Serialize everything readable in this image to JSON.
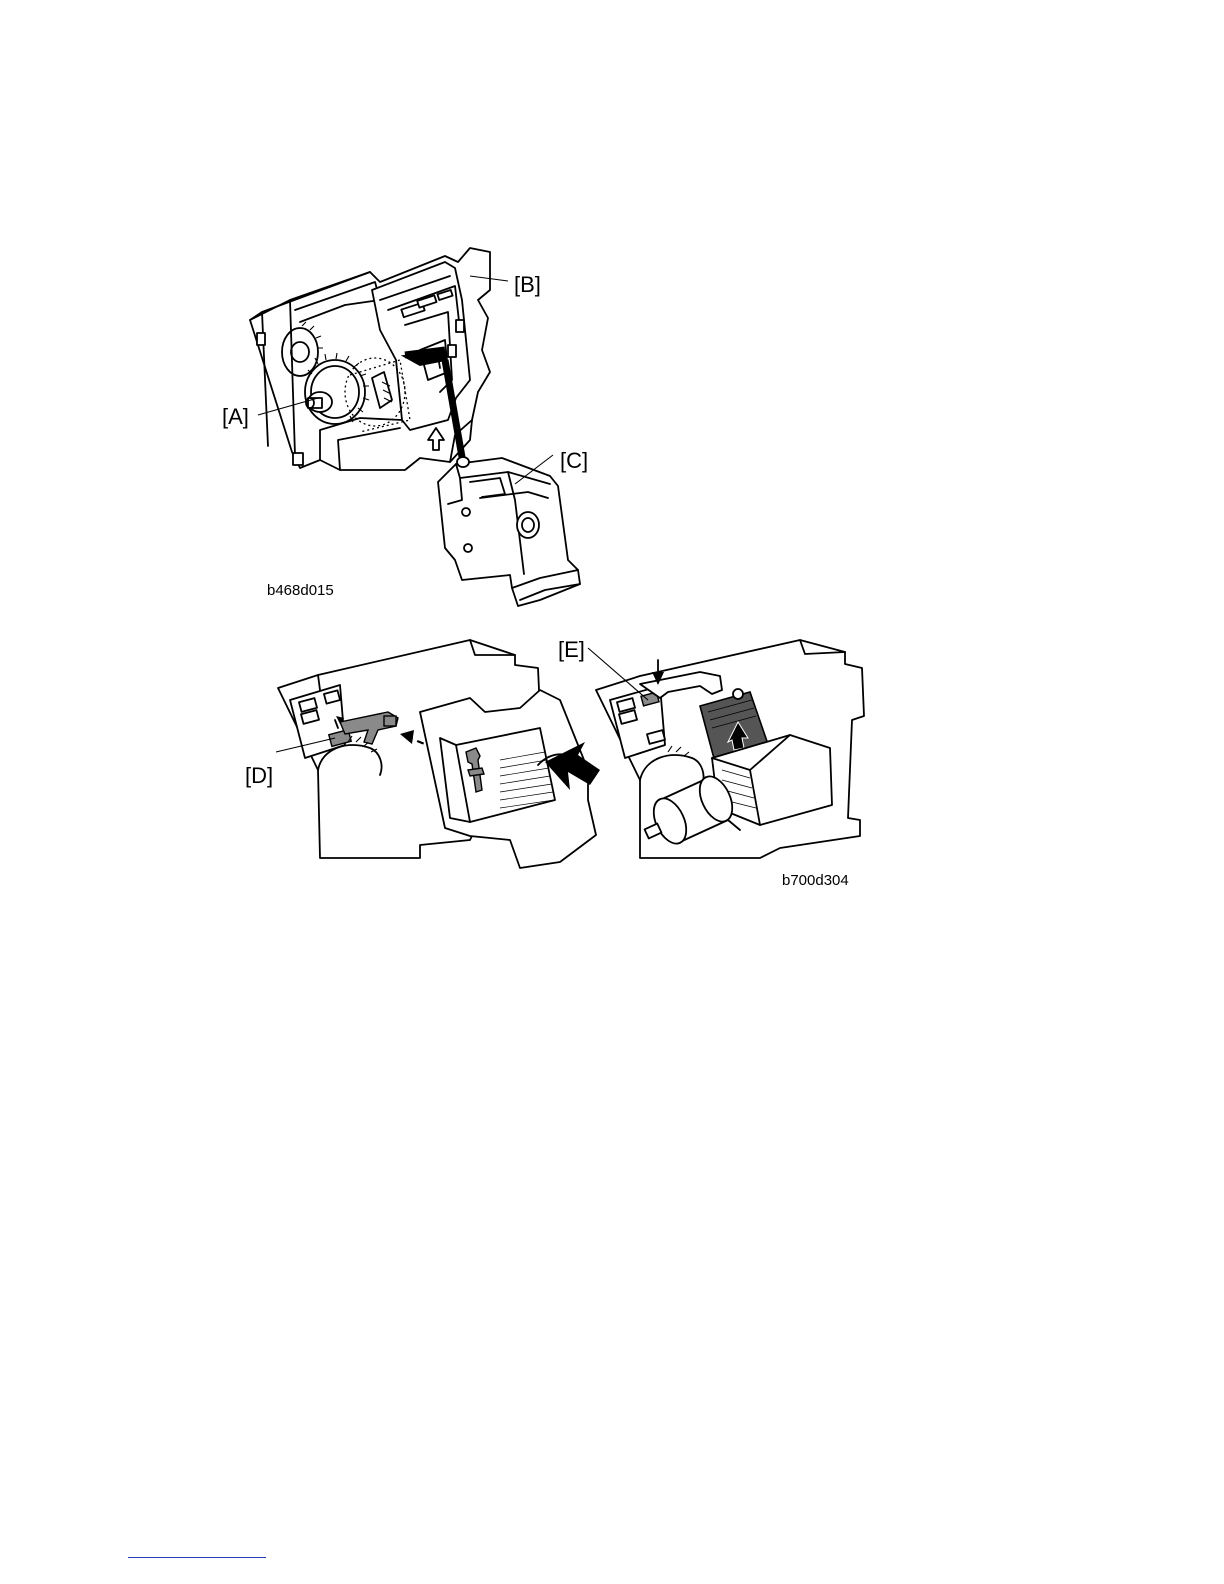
{
  "figure_top": {
    "id": "b468d015",
    "callouts": {
      "a": "[A]",
      "b": "[B]",
      "c": "[C]"
    }
  },
  "figure_bottom": {
    "id": "b700d304",
    "callouts": {
      "d": "[D]",
      "e": "[E]"
    }
  }
}
